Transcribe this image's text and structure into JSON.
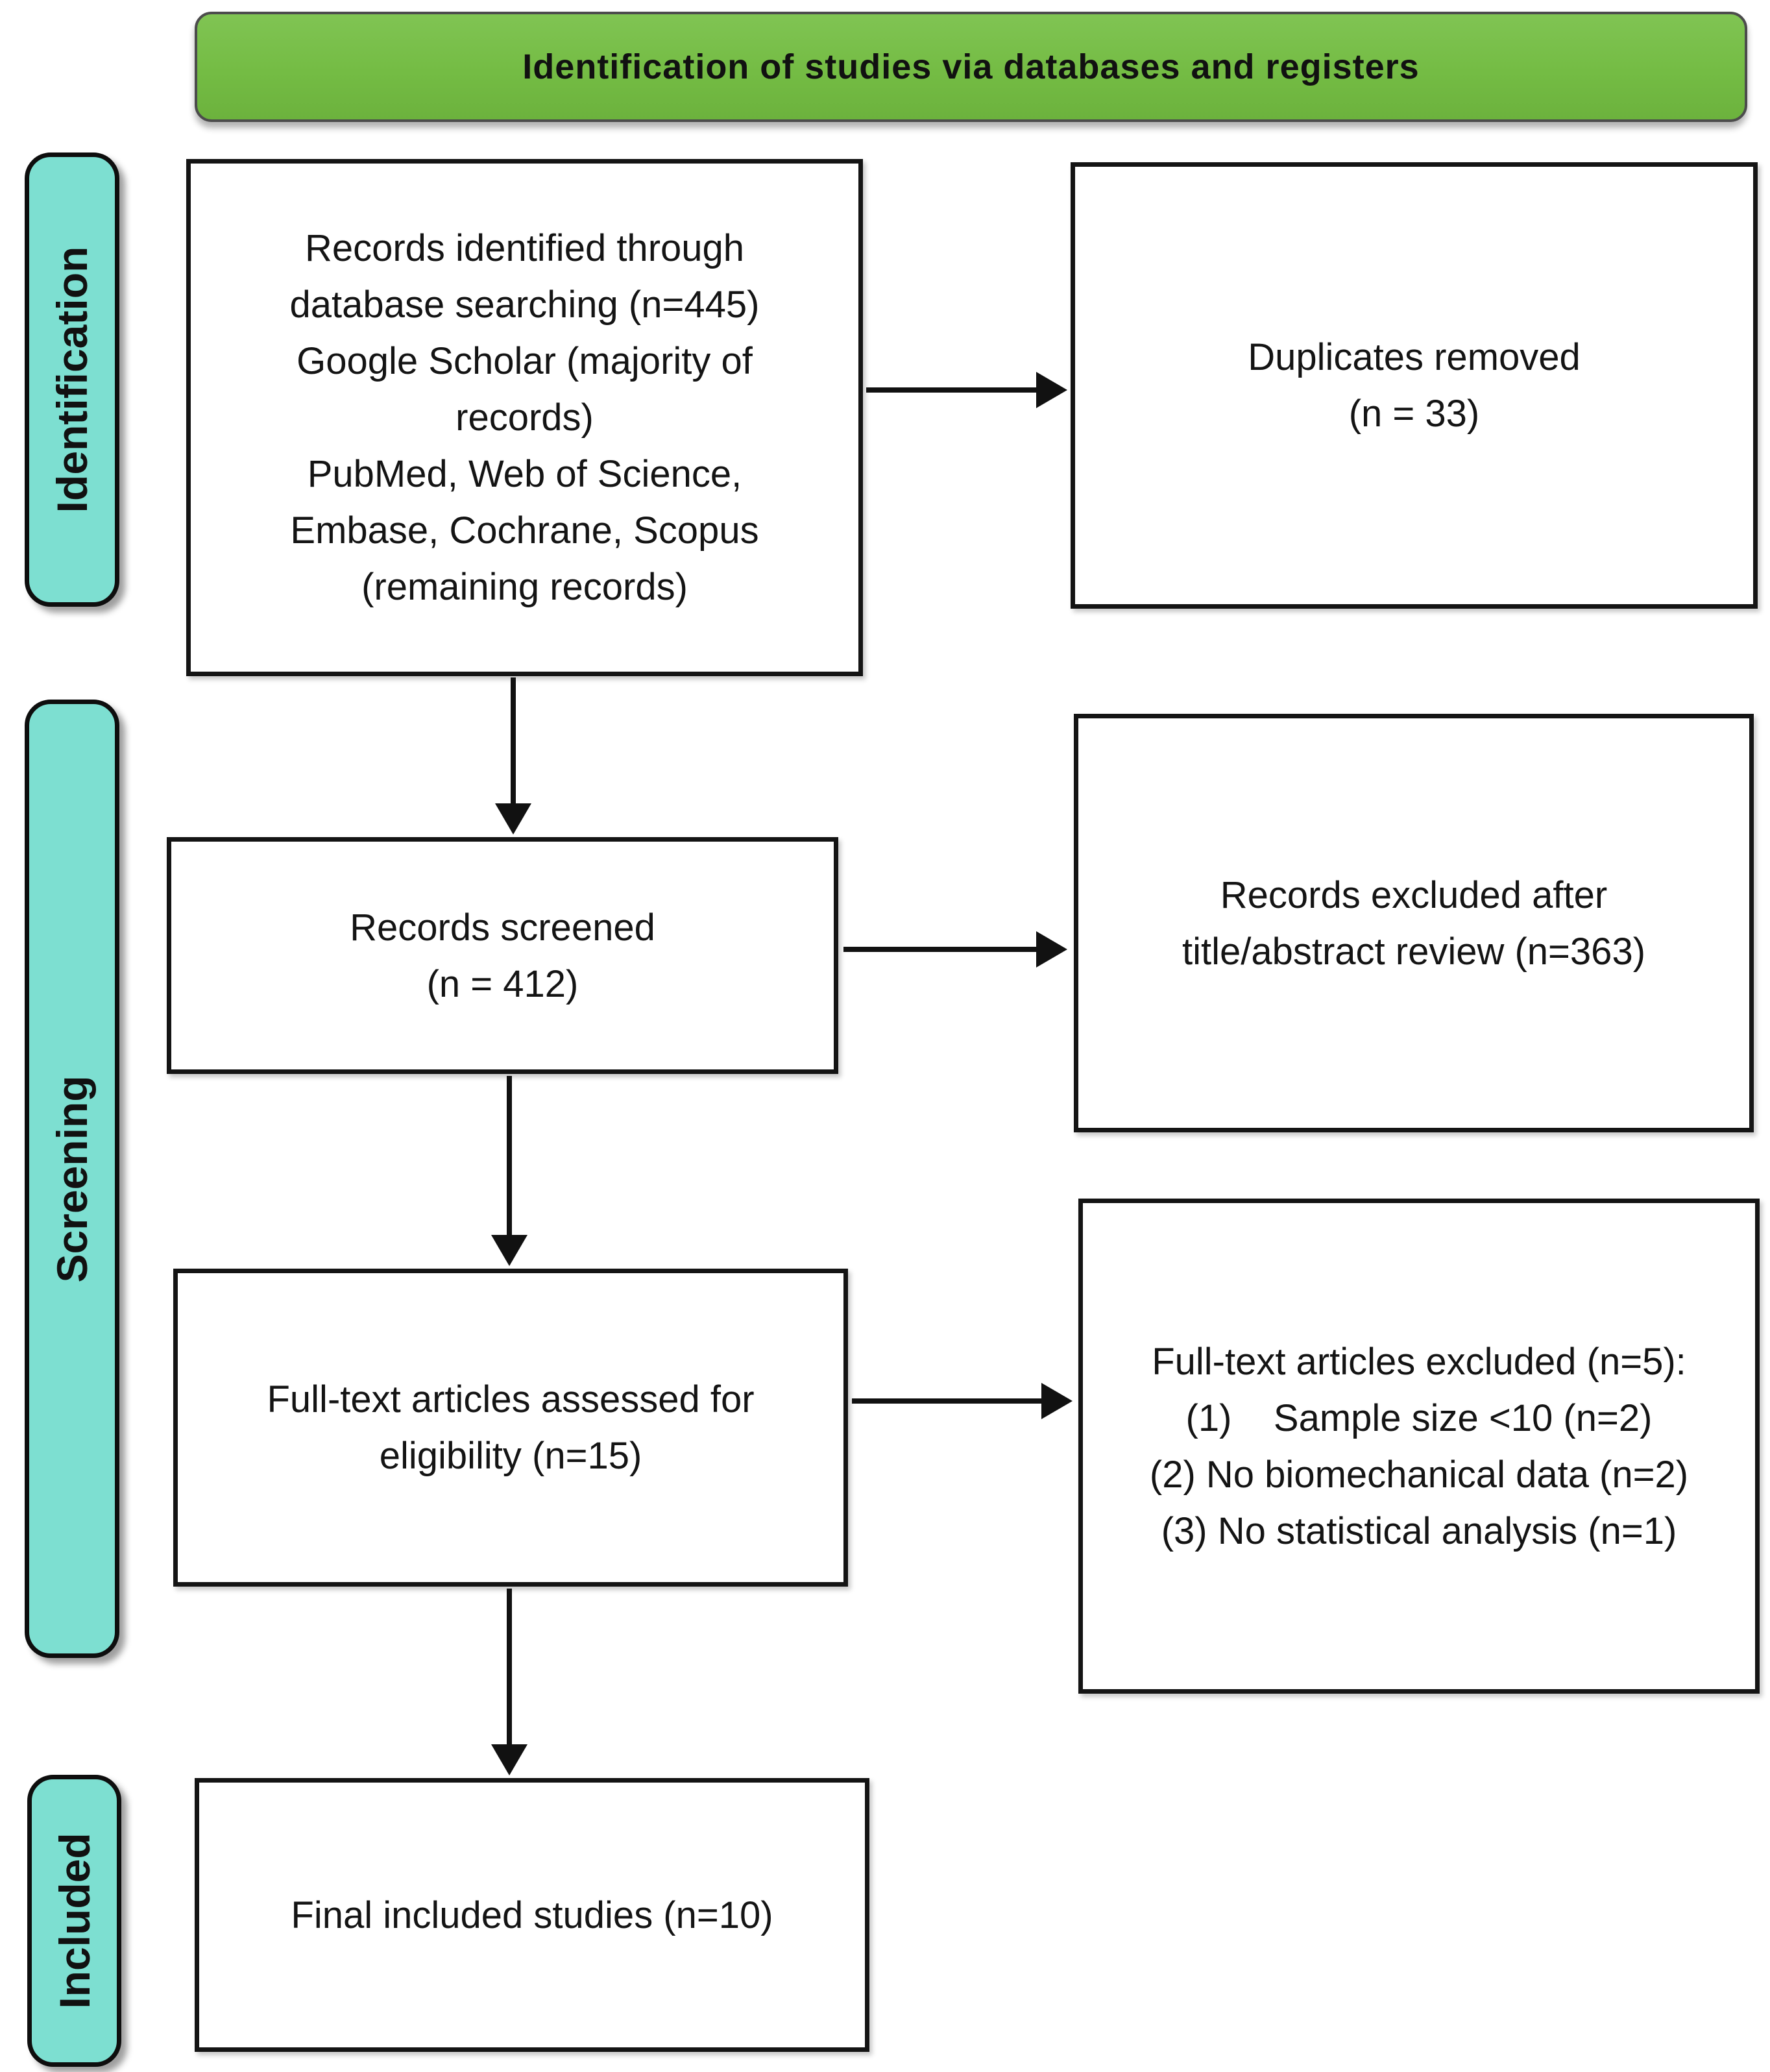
{
  "header": {
    "title": "Identification of studies via databases and registers"
  },
  "stages": [
    {
      "label": "Identification"
    },
    {
      "label": "Screening"
    },
    {
      "label": "Included"
    }
  ],
  "boxes": {
    "records_identified": {
      "text": "Records identified through\ndatabase searching (n=445)\nGoogle Scholar (majority of\nrecords)\nPubMed, Web of Science,\nEmbase, Cochrane, Scopus\n(remaining records)"
    },
    "duplicates_removed": {
      "text": "Duplicates removed\n(n = 33)"
    },
    "records_screened": {
      "text": "Records screened\n(n = 412)"
    },
    "records_excluded": {
      "text": "Records excluded after\ntitle/abstract review (n=363)"
    },
    "fulltext_assessed": {
      "text": "Full-text articles assessed for\neligibility (n=15)"
    },
    "fulltext_excluded": {
      "text": "Full-text articles excluded (n=5):\n(1)    Sample size <10 (n=2)\n(2) No biomechanical data (n=2)\n(3) No statistical analysis (n=1)"
    },
    "final_included": {
      "text": "Final included studies (n=10)"
    }
  },
  "colors": {
    "banner_green": "#74bc44",
    "stage_teal": "#7ddfd1",
    "box_bg": "#ffffff",
    "box_border": "#141414",
    "arrow_black": "#111111",
    "text_black": "#1a1a1a",
    "page_bg": "#ffffff"
  }
}
